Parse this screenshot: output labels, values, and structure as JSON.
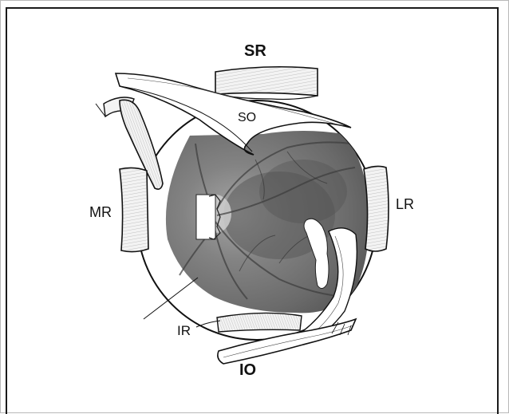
{
  "labels": {
    "sr": "SR",
    "so": "SO",
    "mr": "MR",
    "lr": "LR",
    "ir": "IR",
    "io": "IO"
  },
  "colors": {
    "ink": "#111111",
    "fundus_dark": "#5e5e5e",
    "fundus_mid": "#7a7a7a",
    "fundus_light": "#9a9a9a",
    "muscle_fill": "#f4f4f4",
    "background": "#ffffff"
  }
}
